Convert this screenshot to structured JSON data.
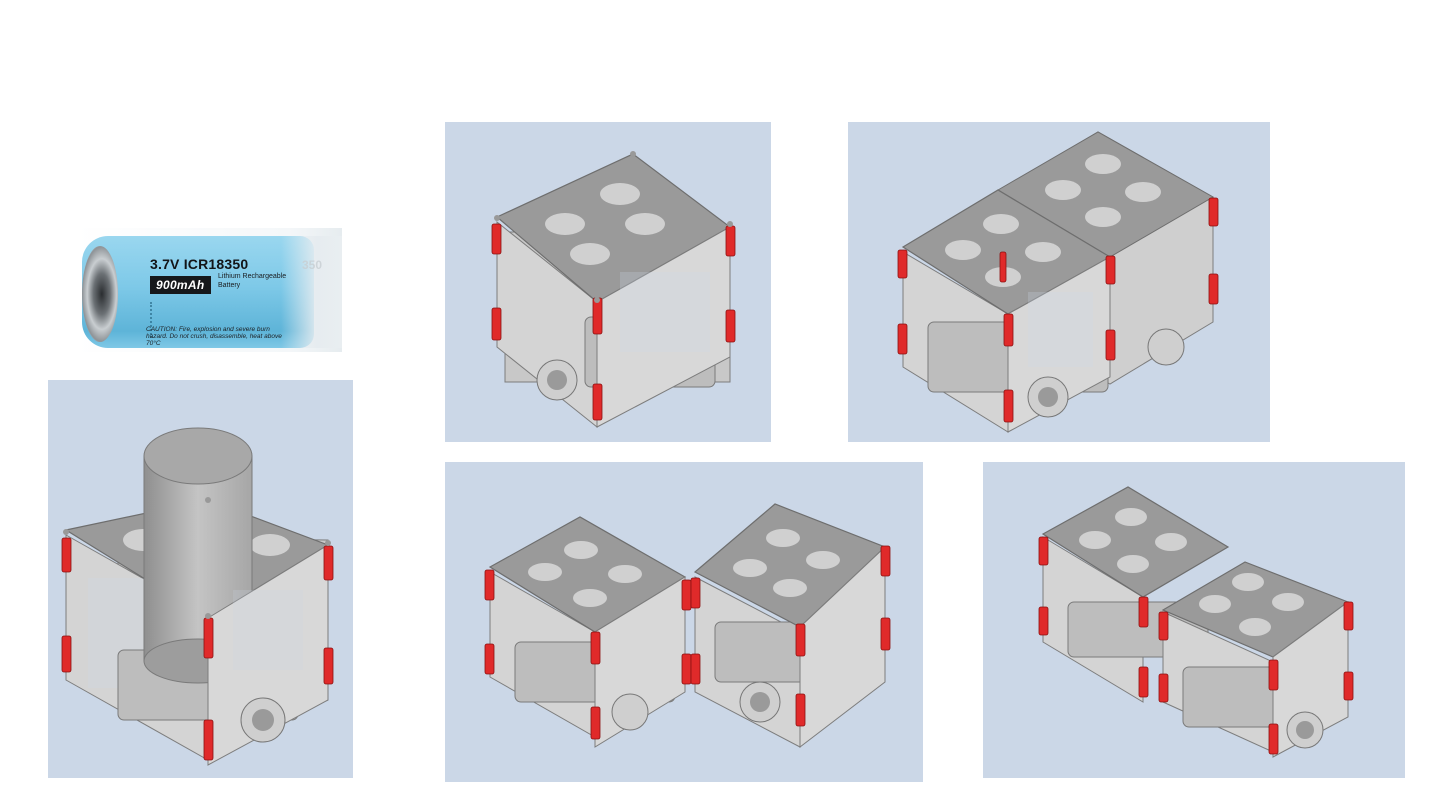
{
  "battery": {
    "voltage_model": "3.7V  ICR18350",
    "capacity": "900mAh",
    "type": "Lithium Rechargeable Battery",
    "caution": "CAUTION: Fire, explosion and severe burn hazard. Do not crush, disassemble, heat above 70°C",
    "ghost_text": "350"
  },
  "colors": {
    "panel_background": "#cbd7e7",
    "frame_gray": "#9a9a9a",
    "connector_red": "#e02a2a",
    "battery_blue": "#7ec9e8"
  },
  "panels": [
    {
      "name": "single-module-with-battery"
    },
    {
      "name": "single-module"
    },
    {
      "name": "two-modules-stacked-side"
    },
    {
      "name": "two-modules-side-by-side"
    },
    {
      "name": "two-modules-offset"
    }
  ]
}
